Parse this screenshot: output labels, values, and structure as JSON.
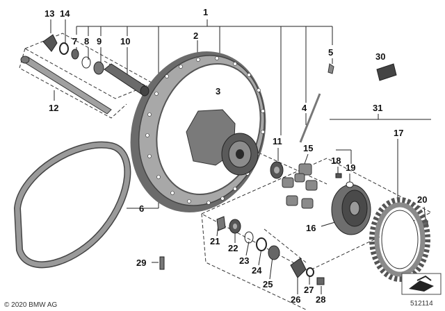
{
  "callouts": {
    "c1": "1",
    "c2": "2",
    "c3": "3",
    "c4": "4",
    "c5": "5",
    "c6": "6",
    "c7": "7",
    "c8": "8",
    "c9": "9",
    "c10": "10",
    "c11": "11",
    "c12": "12",
    "c13": "13",
    "c14": "14",
    "c15": "15",
    "c16": "16",
    "c17": "17",
    "c18": "18",
    "c19": "19",
    "c20": "20",
    "c21": "21",
    "c22": "22",
    "c23": "23",
    "c24": "24",
    "c25": "25",
    "c26": "26",
    "c27": "27",
    "c28": "28",
    "c29": "29",
    "c30": "30",
    "c31": "31"
  },
  "footer": {
    "copyright": "© 2020 BMW AG",
    "diagram_number": "512114"
  },
  "colors": {
    "part_fill": "#8a8a8a",
    "part_dark": "#4a4a4a",
    "part_light": "#b5b5b5",
    "line": "#222222"
  },
  "icons": {
    "corner": "folded-arrow-icon"
  }
}
